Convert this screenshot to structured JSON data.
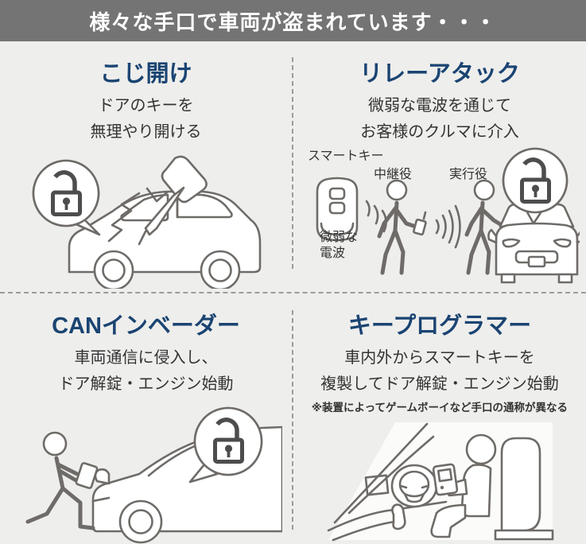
{
  "header": {
    "title": "様々な手口で車両が盗まれています・・・",
    "bg_color": "#747474",
    "text_color": "#ffffff"
  },
  "colors": {
    "page_bg": "#eeeeec",
    "title_navy": "#1a4472",
    "body_text": "#333333",
    "illustration_stroke": "#6e6b68",
    "padlock_dark": "#4d4d4d",
    "divider_dash": "#9b9b9b"
  },
  "sections": {
    "pry_open": {
      "title": "こじ開け",
      "desc_line1": "ドアのキーを",
      "desc_line2": "無理やり開ける",
      "icons": [
        "unlocked-padlock-icon",
        "speech-bubble-icon",
        "screwdriver-icon",
        "impact-lines-icon",
        "car-side-icon"
      ]
    },
    "relay_attack": {
      "title": "リレーアタック",
      "desc_line1": "微弱な電波を通じて",
      "desc_line2": "お客様のクルマに介入",
      "labels": {
        "smart_key": "スマートキー",
        "weak_wave_line1": "微弱な",
        "weak_wave_line2": "電波",
        "relay_role": "中継役",
        "executor_role": "実行役"
      },
      "icons": [
        "smart-key-fob-icon",
        "radio-waves-icon",
        "relay-person-icon",
        "executor-person-icon",
        "car-front-icon",
        "unlocked-padlock-icon"
      ]
    },
    "can_invader": {
      "title": "CANインベーダー",
      "desc_line1": "車両通信に侵入し、",
      "desc_line2": "ドア解錠・エンジン始動",
      "icons": [
        "kneeling-person-icon",
        "device-icon",
        "car-front-side-icon",
        "unlocked-padlock-icon",
        "speech-bubble-icon"
      ]
    },
    "key_programmer": {
      "title": "キープログラマー",
      "desc_line1": "車内外からスマートキーを",
      "desc_line2": "複製してドア解錠・エンジン始動",
      "note": "※装置によってゲームボーイなど手口の通称が異なる",
      "icons": [
        "car-interior-icon",
        "steering-wheel-icon",
        "seated-person-icon",
        "handheld-programmer-icon",
        "seat-icon"
      ]
    }
  }
}
